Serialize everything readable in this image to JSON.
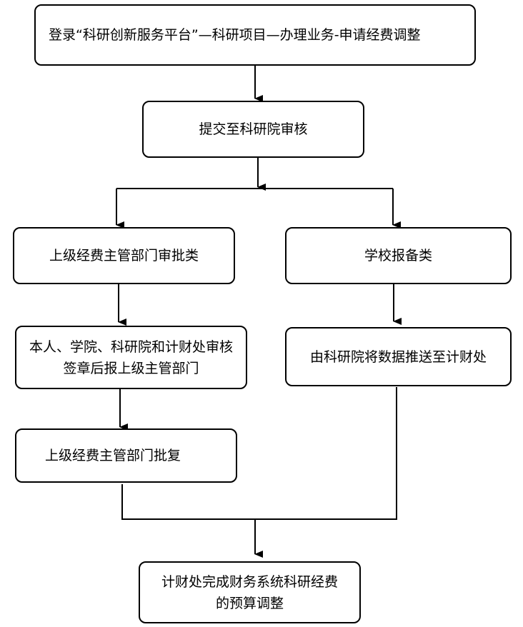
{
  "flowchart": {
    "nodes": {
      "login": "登录“科研创新服务平台”—科研项目—办理业务-申请经费调整",
      "submit": "提交至科研院审核",
      "superior_category": "上级经费主管部门审批类",
      "school_category": "学校报备类",
      "sign_and_report": "本人、学院、科研院和计财处审核签章后报上级主管部门",
      "superior_reply": "上级经费主管部门批复",
      "push_data": "由科研院将数据推送至计财处",
      "finance_complete": "计财处完成财务系统科研经费的预算调整"
    }
  }
}
